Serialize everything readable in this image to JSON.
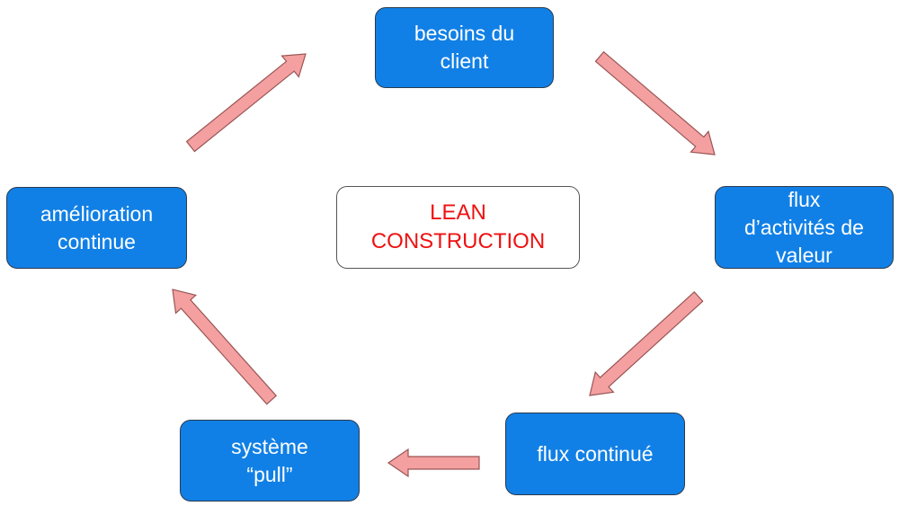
{
  "diagram": {
    "center": {
      "lines": [
        "LEAN",
        "CONSTRUCTION"
      ]
    },
    "nodes": [
      {
        "id": "besoins-du-client",
        "lines": [
          "besoins du",
          "client"
        ]
      },
      {
        "id": "flux-activites-valeur",
        "lines": [
          "flux",
          "d’activités de",
          "valeur"
        ]
      },
      {
        "id": "flux-continu",
        "lines": [
          "flux continué"
        ]
      },
      {
        "id": "systeme-pull",
        "lines": [
          "système",
          "“pull”"
        ]
      },
      {
        "id": "amelioration-continue",
        "lines": [
          "amélioration",
          "continue"
        ]
      }
    ],
    "colors": {
      "node_fill": "#1180e6",
      "node_text": "#ffffff",
      "center_text": "#ee1111",
      "arrow_fill": "#f4a0a0",
      "arrow_stroke": "#9a5555"
    }
  }
}
